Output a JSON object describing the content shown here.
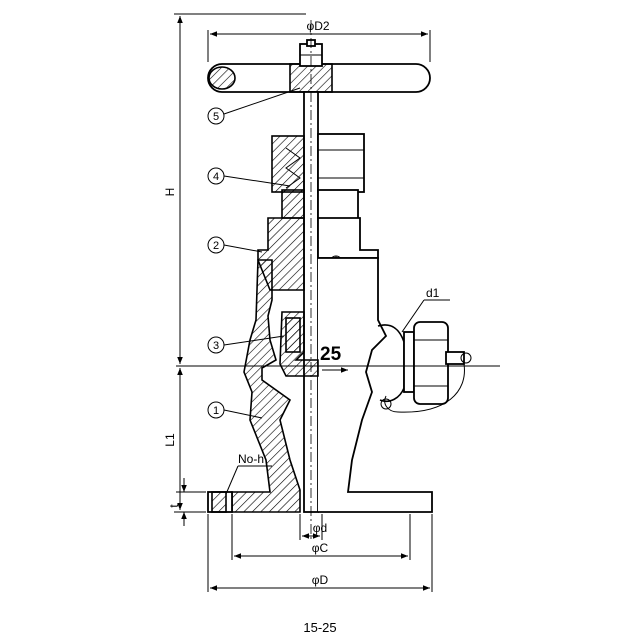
{
  "drawing": {
    "caption": "15-25",
    "dimensions": {
      "handwheel_diameter": "φD2",
      "height": "H",
      "lower_length": "L1",
      "flange_thickness": "t",
      "bolt_holes": "No-h",
      "bore_diameter": "φd",
      "bolt_circle_diameter": "φC",
      "flange_diameter": "φD",
      "outlet_diameter": "d1"
    },
    "part_labels": [
      "1",
      "2",
      "3",
      "4",
      "5"
    ],
    "nominal_size_mark": "25"
  }
}
